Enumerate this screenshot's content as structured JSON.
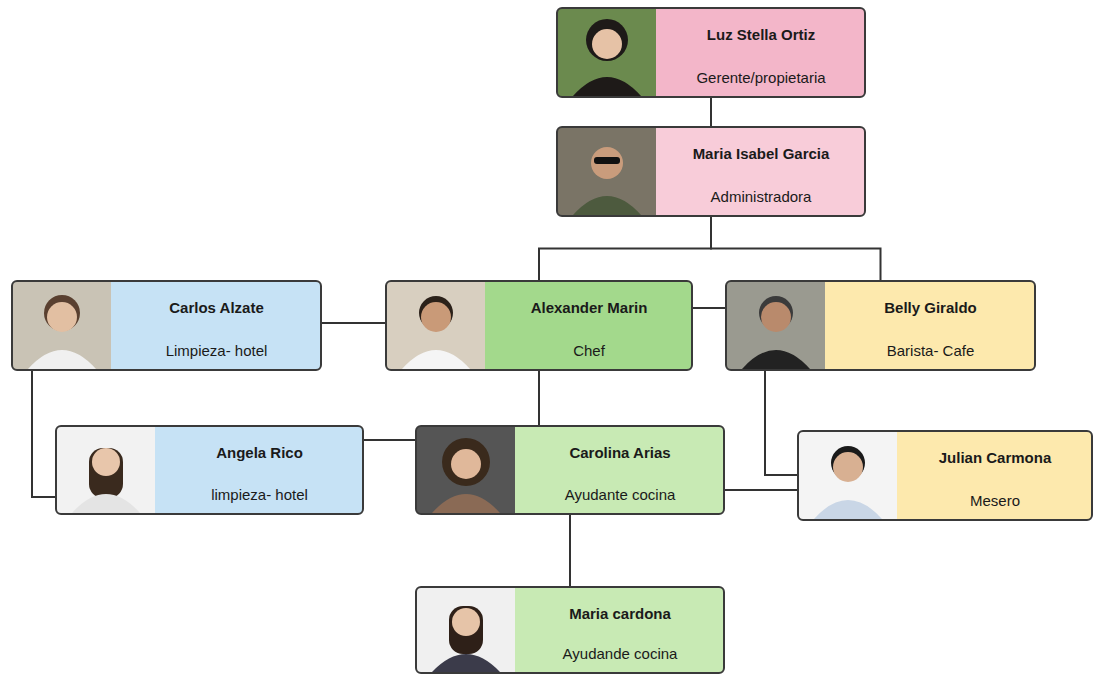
{
  "diagram": {
    "nodes": [
      {
        "text": [
          "Luz Stella Ortiz",
          "Gerente/propietaria"
        ]
      },
      {
        "text": [
          "Maria Isabel Garcia",
          "Administradora"
        ]
      },
      {
        "text": [
          "Carlos Alzate",
          "Limpieza- hotel"
        ]
      },
      {
        "text": [
          "Alexander Marin",
          "Chef"
        ]
      },
      {
        "text": [
          "Belly Giraldo",
          "Barista- Cafe"
        ]
      },
      {
        "text": [
          "Angela Rico",
          "limpieza- hotel"
        ]
      },
      {
        "text": [
          "Carolina Arias",
          "Ayudante cocina"
        ]
      },
      {
        "text": [
          "Julian Carmona",
          "Mesero"
        ]
      },
      {
        "text": [
          "Maria cardona",
          "Ayudande cocina"
        ]
      }
    ],
    "edges": [
      {
        "from": 0,
        "to": 1,
        "arrow": "none"
      },
      {
        "from": 1,
        "to": 3,
        "arrow": "none"
      },
      {
        "from": 1,
        "to": 4,
        "arrow": "none"
      },
      {
        "from": 3,
        "to": 2,
        "arrow": "none"
      },
      {
        "from": 3,
        "to": 4,
        "arrow": "none"
      },
      {
        "from": 3,
        "to": 6,
        "arrow": "none"
      },
      {
        "from": 2,
        "to": 5,
        "arrow": "none"
      },
      {
        "from": 5,
        "to": 6,
        "arrow": "none"
      },
      {
        "from": 4,
        "to": 7,
        "arrow": "none"
      },
      {
        "from": 6,
        "to": 7,
        "arrow": "none"
      },
      {
        "from": 6,
        "to": 8,
        "arrow": "none"
      }
    ]
  }
}
